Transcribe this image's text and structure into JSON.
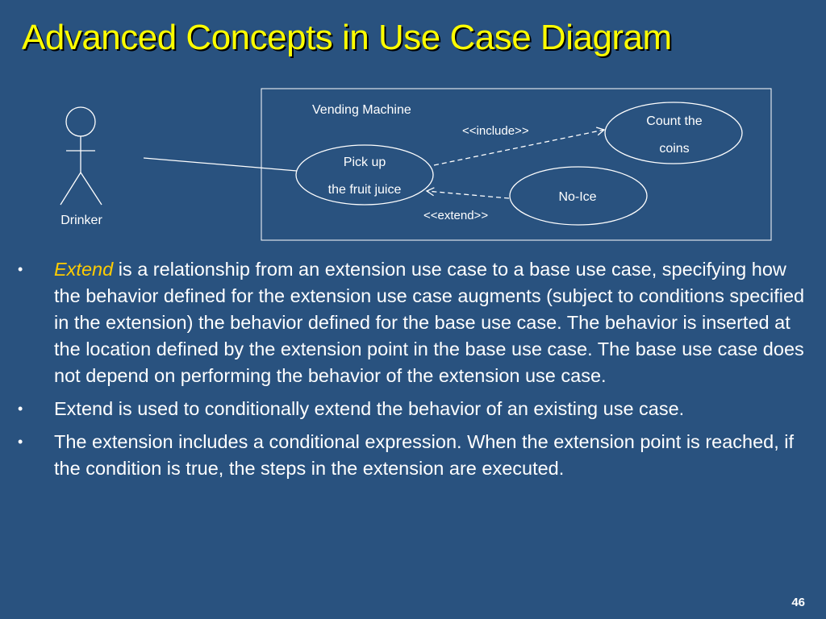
{
  "slide": {
    "title": "Advanced Concepts in Use Case Diagram",
    "page_number": "46"
  },
  "diagram": {
    "system_boundary": {
      "label": "Vending Machine"
    },
    "actor": {
      "label": "Drinker"
    },
    "use_cases": {
      "pick_up": {
        "line1": "Pick up",
        "line2": "the fruit juice"
      },
      "count_coins": {
        "line1": "Count the",
        "line2": "coins"
      },
      "no_ice": {
        "label": "No-Ice"
      }
    },
    "relationships": {
      "include": "<<include>>",
      "extend": "<<extend>>"
    }
  },
  "bullets": [
    {
      "emphasis": "Extend",
      "text": " is a relationship from an extension use case to a base use case, specifying how the behavior defined for the extension use case augments (subject to conditions specified in the extension) the behavior defined for the base use case. The behavior is inserted at the location defined by the extension point in the base use case. The base use case does not depend on performing the behavior of the extension use case."
    },
    {
      "text": "Extend is used to conditionally extend the behavior of an existing use case."
    },
    {
      "text": "The extension includes a conditional expression. When the extension point is reached, if the condition is true, the steps in the extension are executed."
    }
  ],
  "bullet_symbol": "•",
  "colors": {
    "background": "#29527f",
    "title": "#ffff00",
    "emphasis": "#ffcc00",
    "text": "#ffffff"
  }
}
